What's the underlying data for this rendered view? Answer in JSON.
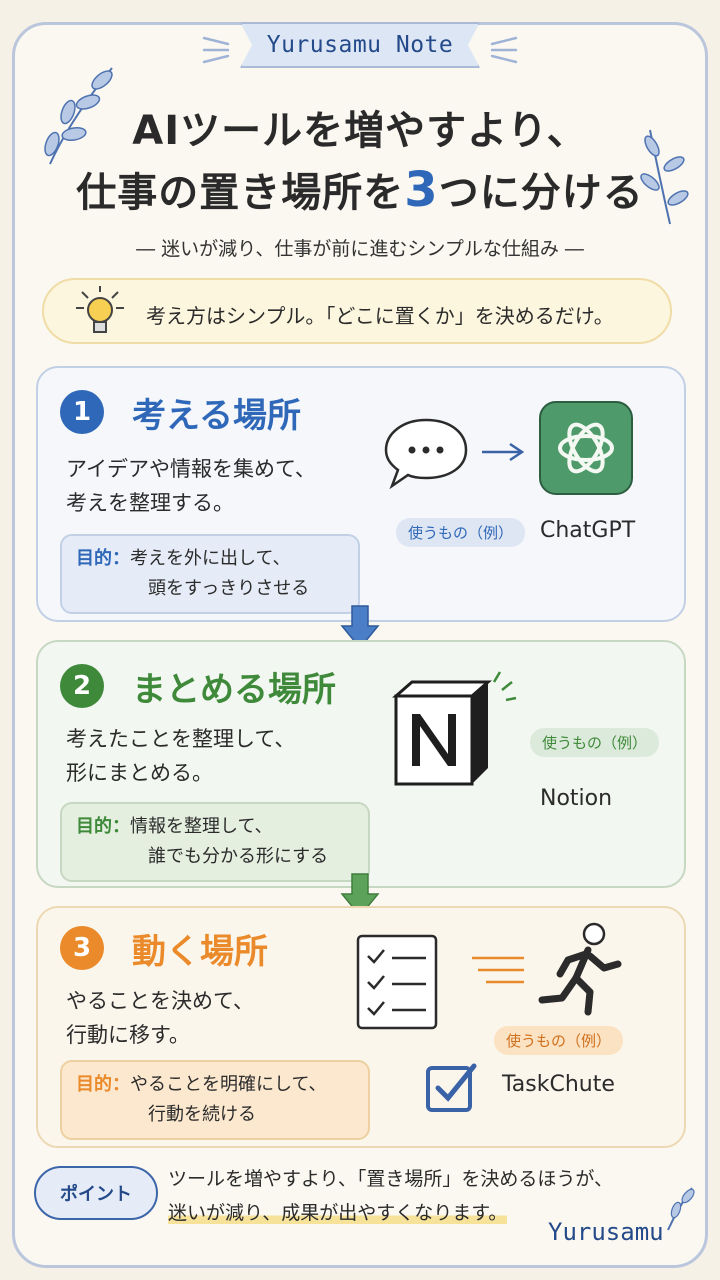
{
  "brand": "Yurusamu Note",
  "title": {
    "line1": "AIツールを増やすより、",
    "line2_pre": "仕事の置き場所を",
    "line2_num": "3",
    "line2_post": "つに分ける"
  },
  "subtitle": "― 迷いが減り、仕事が前に進むシンプルな仕組み ―",
  "hint": "考え方はシンプル。「どこに置くか」を決めるだけ。",
  "sections": [
    {
      "number": "1",
      "title": "考える場所",
      "desc_line1": "アイデアや情報を集めて、",
      "desc_line2": "考えを整理する。",
      "purpose_label": "目的：",
      "purpose_line1": "考えを外に出して、",
      "purpose_line2": "頭をすっきりさせる",
      "tag": "使うもの（例）",
      "tool": "ChatGPT",
      "color": "#2f68b8"
    },
    {
      "number": "2",
      "title": "まとめる場所",
      "desc_line1": "考えたことを整理して、",
      "desc_line2": "形にまとめる。",
      "purpose_label": "目的：",
      "purpose_line1": "情報を整理して、",
      "purpose_line2": "誰でも分かる形にする",
      "tag": "使うもの（例）",
      "tool": "Notion",
      "color": "#3f8a3a"
    },
    {
      "number": "3",
      "title": "動く場所",
      "desc_line1": "やることを決めて、",
      "desc_line2": "行動に移す。",
      "purpose_label": "目的：",
      "purpose_line1": "やることを明確にして、",
      "purpose_line2": "行動を続ける",
      "tag": "使うもの（例）",
      "tool": "TaskChute",
      "color": "#ea8a2a"
    }
  ],
  "point": {
    "label": "ポイント",
    "line1": "ツールを増やすより、「置き場所」を決めるほうが、",
    "line2": "迷いが減り、成果が出やすくなります。"
  },
  "signature": "Yurusamu"
}
